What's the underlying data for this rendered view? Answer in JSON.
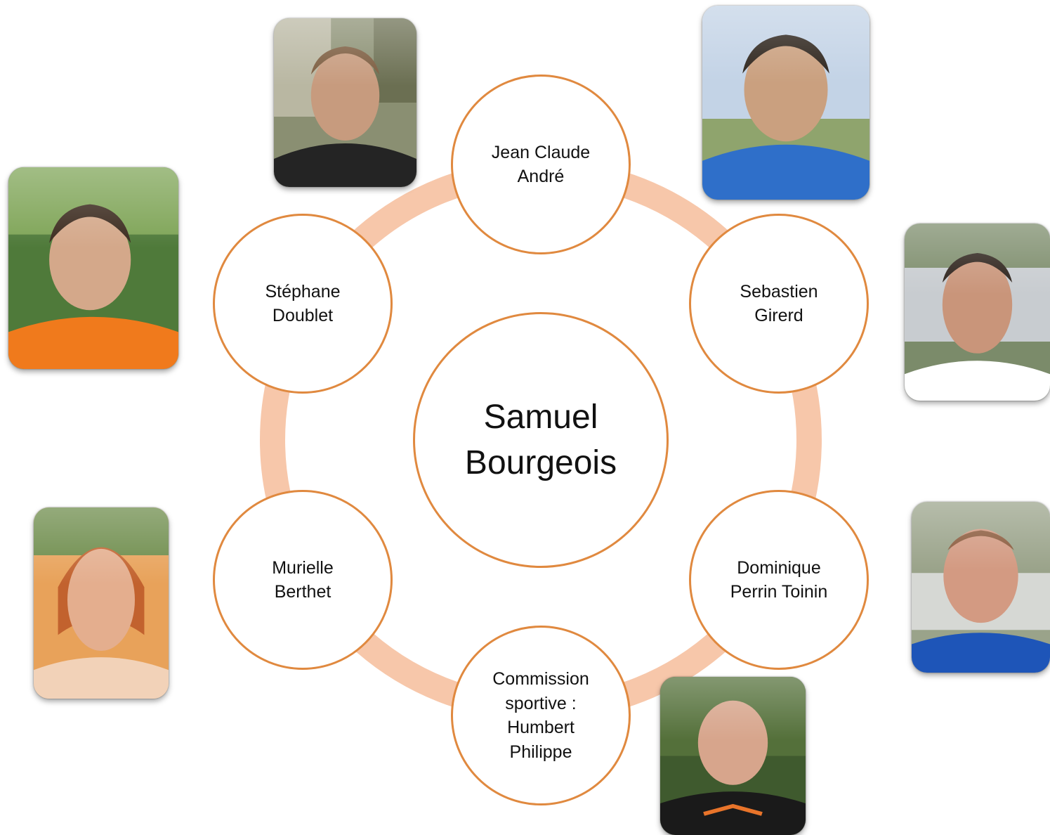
{
  "diagram": {
    "center": {
      "name": "Samuel\nBourgeois"
    },
    "members": [
      {
        "id": "jc",
        "name": "Jean Claude\nAndré"
      },
      {
        "id": "seb",
        "name": "Sebastien\nGirerd"
      },
      {
        "id": "dom",
        "name": "Dominique\nPerrin Toinin"
      },
      {
        "id": "com",
        "name": "Commission\nsportive :\nHumbert\nPhilippe"
      },
      {
        "id": "mur",
        "name": "Murielle\nBerthet"
      },
      {
        "id": "ste",
        "name": "Stéphane\nDoublet"
      }
    ]
  },
  "colors": {
    "ring": "#f7c7aa",
    "node_border": "#e0893f",
    "node_fill": "#ffffff",
    "text": "#111111"
  },
  "photos": [
    {
      "id": "p-jc",
      "alt_icon": "person-photo-icon"
    },
    {
      "id": "p-seb",
      "alt_icon": "person-photo-icon"
    },
    {
      "id": "p-ste",
      "alt_icon": "person-photo-icon"
    },
    {
      "id": "p-r1",
      "alt_icon": "person-photo-icon"
    },
    {
      "id": "p-mur",
      "alt_icon": "person-photo-icon"
    },
    {
      "id": "p-dom",
      "alt_icon": "person-photo-icon"
    },
    {
      "id": "p-com",
      "alt_icon": "person-photo-icon"
    }
  ]
}
